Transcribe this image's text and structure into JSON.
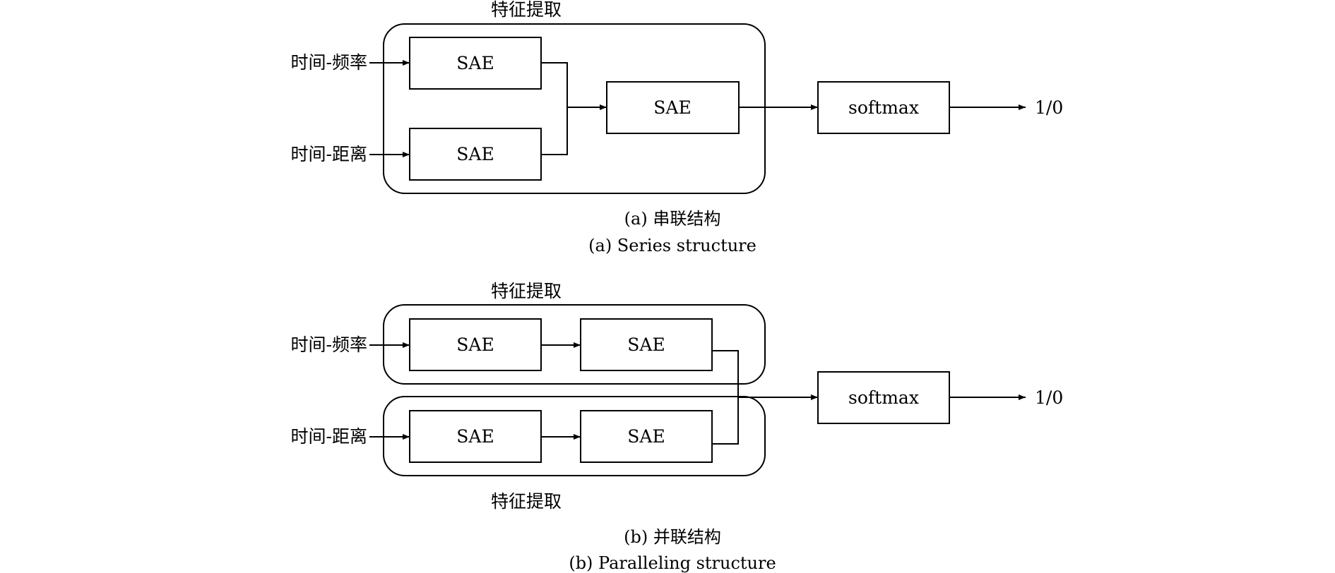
{
  "diagram_a": {
    "group_label": "特征提取",
    "inputs": [
      "时间-频率",
      "时间-距离"
    ],
    "sae_label": "SAE",
    "classifier": "softmax",
    "output": "1/0",
    "caption_cn": "(a) 串联结构",
    "caption_en": "(a) Series structure"
  },
  "diagram_b": {
    "group_label_top": "特征提取",
    "group_label_bottom": "特征提取",
    "inputs": [
      "时间-频率",
      "时间-距离"
    ],
    "sae_label": "SAE",
    "classifier": "softmax",
    "output": "1/0",
    "caption_cn": "(b) 并联结构",
    "caption_en": "(b) Paralleling structure"
  }
}
